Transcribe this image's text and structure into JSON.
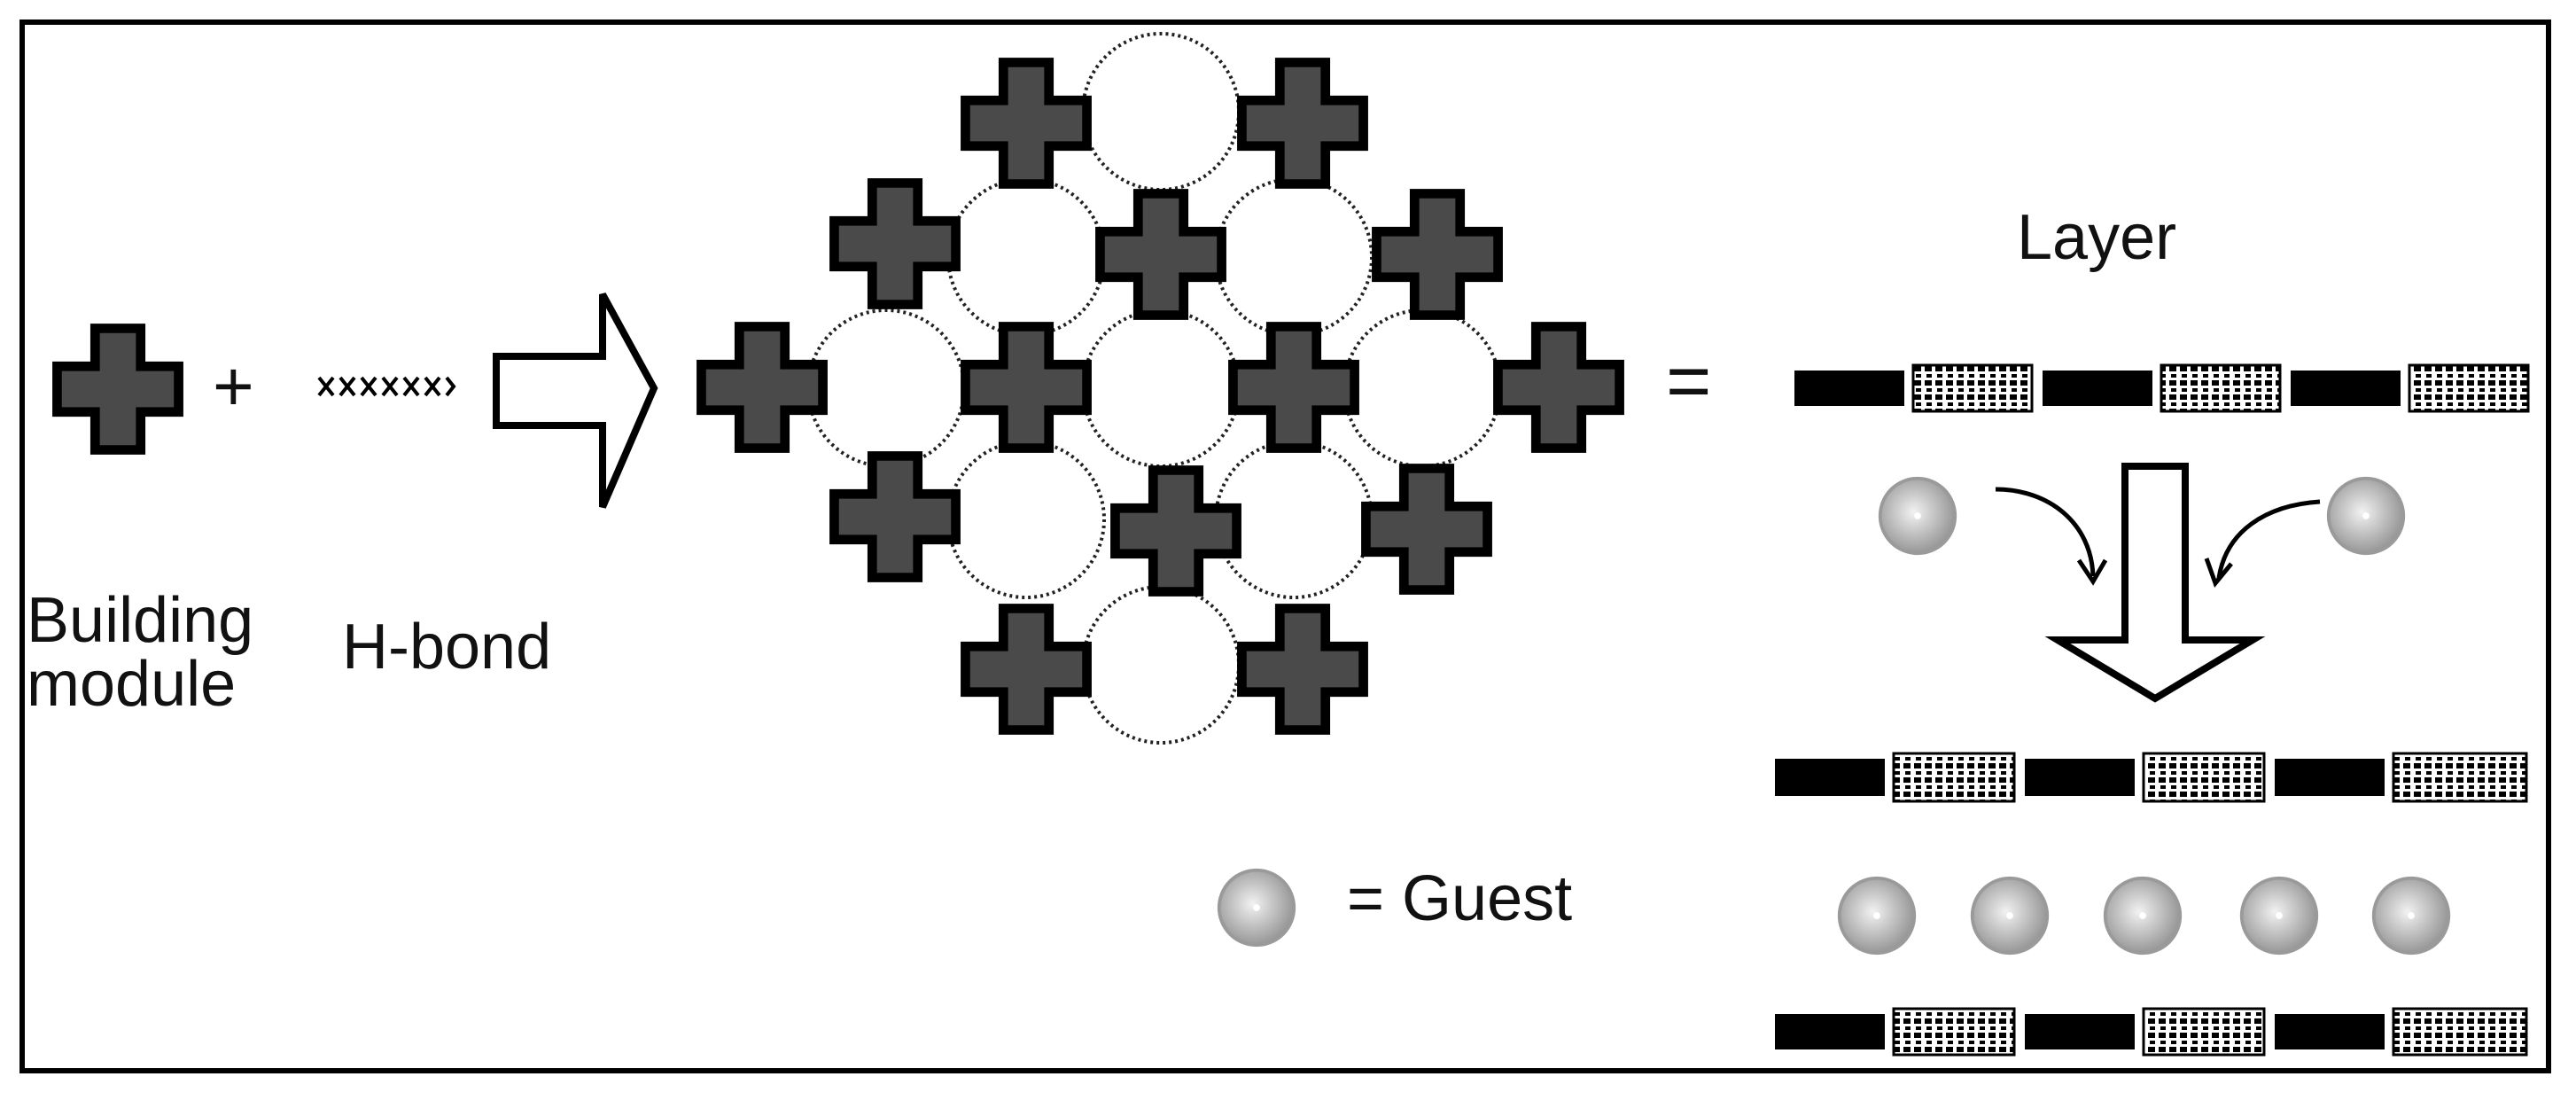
{
  "labels": {
    "building_module": [
      "Building",
      "module"
    ],
    "plus": "+",
    "h_bond": "H-bond",
    "equals": "=",
    "layer": "Layer",
    "guest_equals": "= Guest"
  },
  "colors": {
    "module_fill": "#4a4a4a",
    "outline": "#000000",
    "guest_light": "#f2f2f2",
    "guest_dark": "#8f8f8f",
    "background": "#ffffff"
  }
}
